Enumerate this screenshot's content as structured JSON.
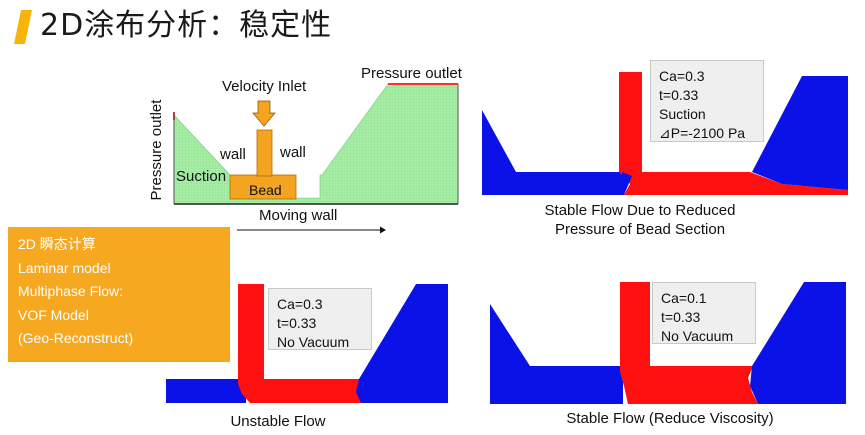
{
  "title": "2D涂布分析：稳定性",
  "schematic": {
    "velocity_inlet": "Velocity Inlet",
    "pressure_outlet_top": "Pressure outlet",
    "pressure_outlet_side": "Pressure outlet",
    "wall_left": "wall",
    "wall_right": "wall",
    "suction": "Suction",
    "bead": "Bead",
    "moving_wall": "Moving wall"
  },
  "setup_box": {
    "lines": [
      "2D 瞬态计算",
      "Laminar model",
      "Multiphase Flow:",
      "VOF Model",
      "(Geo-Reconstruct)"
    ]
  },
  "cases": {
    "top_right": {
      "params": [
        "Ca=0.3",
        "t=0.33",
        "Suction",
        "⊿P=-2100 Pa"
      ],
      "caption": [
        "Stable Flow Due to Reduced",
        "Pressure of Bead Section"
      ]
    },
    "bottom_left": {
      "params": [
        "Ca=0.3",
        "t=0.33",
        "No Vacuum"
      ],
      "caption": [
        "Unstable Flow"
      ]
    },
    "bottom_right": {
      "params": [
        "Ca=0.1",
        "t=0.33",
        "No Vacuum"
      ],
      "caption": [
        "Stable Flow (Reduce Viscosity)"
      ]
    }
  },
  "colors": {
    "accent": "#f6a821",
    "title_bar": "#f5b50a",
    "fluid_blue": "#0a12e8",
    "fluid_red": "#ff1010",
    "mesh_green": "#a6eea6",
    "bead_orange": "#f3a522"
  }
}
